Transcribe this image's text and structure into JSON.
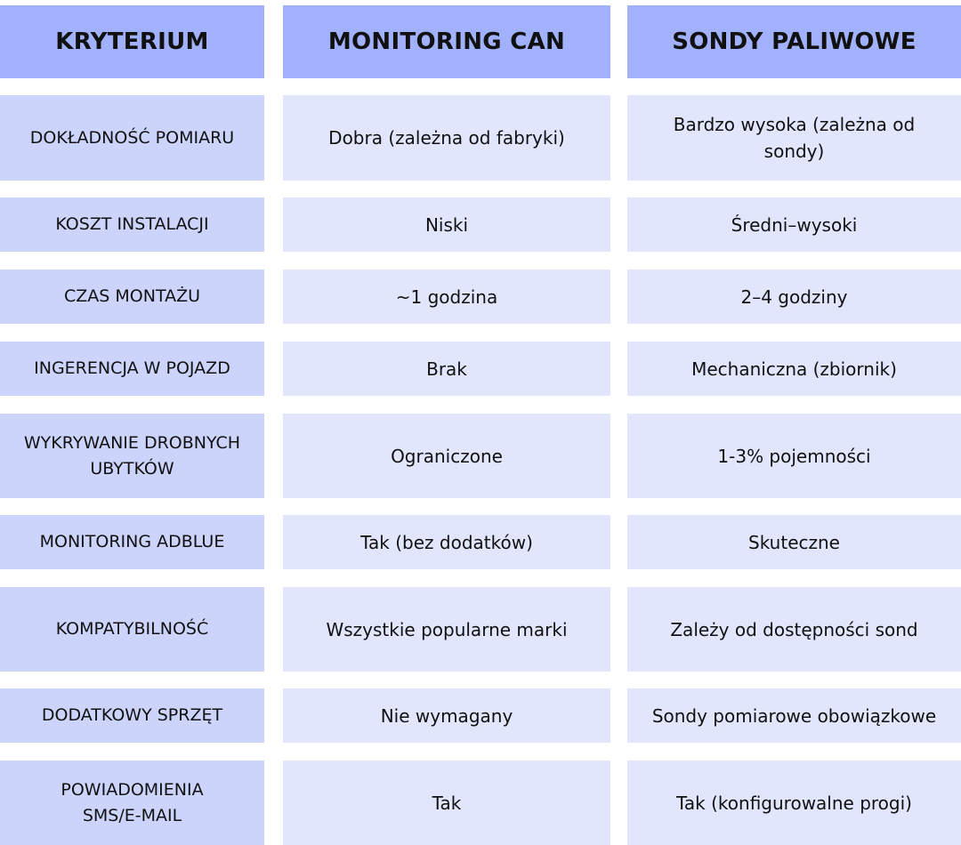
{
  "headers": [
    "KRYTERIUM",
    "MONITORING CAN",
    "SONDY PALIWOWE"
  ],
  "rows": [
    [
      "DOKŁADNOŚĆ POMIARU",
      "Dobra (zależna od fabryki)",
      "Bardzo wysoka (zależna od sondy)"
    ],
    [
      "KOSZT INSTALACJI",
      "Niski",
      "Średni–wysoki"
    ],
    [
      "CZAS MONTAŻU",
      "~1 godzina",
      "2–4 godziny"
    ],
    [
      "INGERENCJA W POJAZD",
      "Brak",
      "Mechaniczna (zbiornik)"
    ],
    [
      "WYKRYWANIE DROBNYCH UBYTKÓW",
      "Ograniczone",
      "1-3% pojemności"
    ],
    [
      "MONITORING ADBLUE",
      "Tak (bez dodatków)",
      "Skuteczne"
    ],
    [
      "KOMPATYBILNOŚĆ",
      "Wszystkie popularne marki",
      "Zależy od dostępności sond"
    ],
    [
      "DODATKOWY SPRZĘT",
      "Nie wymagany",
      "Sondy pomiarowe obowiązkowe"
    ],
    [
      "POWIADOMIENIA SMS/E-MAIL",
      "Tak",
      "Tak (konfigurowalne progi)"
    ]
  ]
}
